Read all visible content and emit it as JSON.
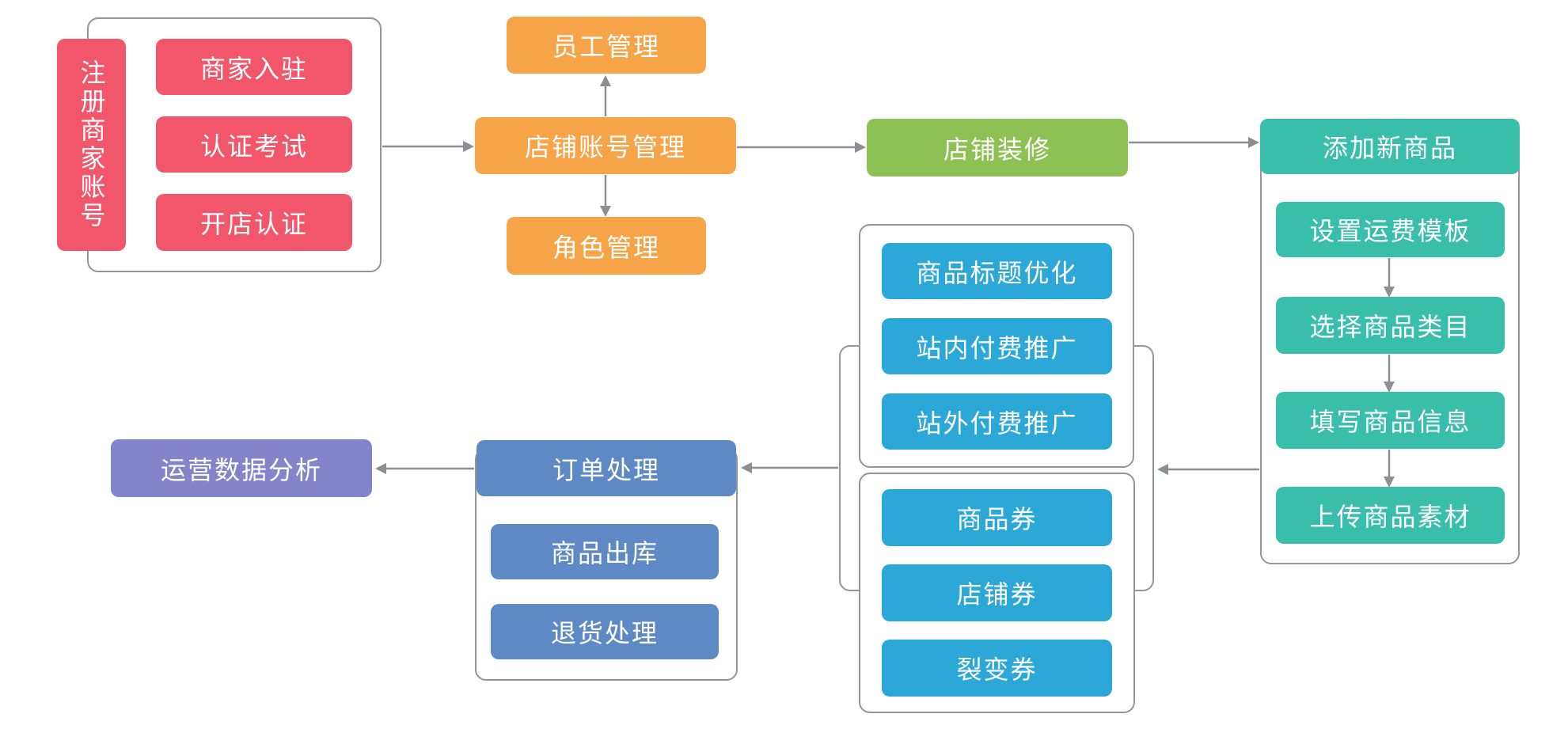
{
  "diagram_title": "merchant-store-operation-flowchart",
  "colors": {
    "red": "#f1566a",
    "orange": "#f7a348",
    "green": "#8dc153",
    "teal": "#39beac",
    "cyan": "#2ba7d8",
    "steel": "#5e89c4",
    "purple": "#8583c9",
    "border_gray": "#94969b",
    "arrow_gray": "#8b8e92"
  },
  "register": {
    "vertical_label": "注册商家账号",
    "steps": [
      "商家入驻",
      "认证考试",
      "开店认证"
    ]
  },
  "account": {
    "label": "店铺账号管理",
    "employee": "员工管理",
    "role": "角色管理"
  },
  "decoration": {
    "label": "店铺装修"
  },
  "add_product": {
    "label": "添加新商品",
    "steps": [
      "设置运费模板",
      "选择商品类目",
      "填写商品信息",
      "上传商品素材"
    ]
  },
  "promotion": {
    "items": [
      "商品标题优化",
      "站内付费推广",
      "站外付费推广"
    ]
  },
  "coupons": {
    "items": [
      "商品券",
      "店铺券",
      "裂变券"
    ]
  },
  "orders": {
    "label": "订单处理",
    "steps": [
      "商品出库",
      "退货处理"
    ]
  },
  "analysis": {
    "label": "运营数据分析"
  }
}
